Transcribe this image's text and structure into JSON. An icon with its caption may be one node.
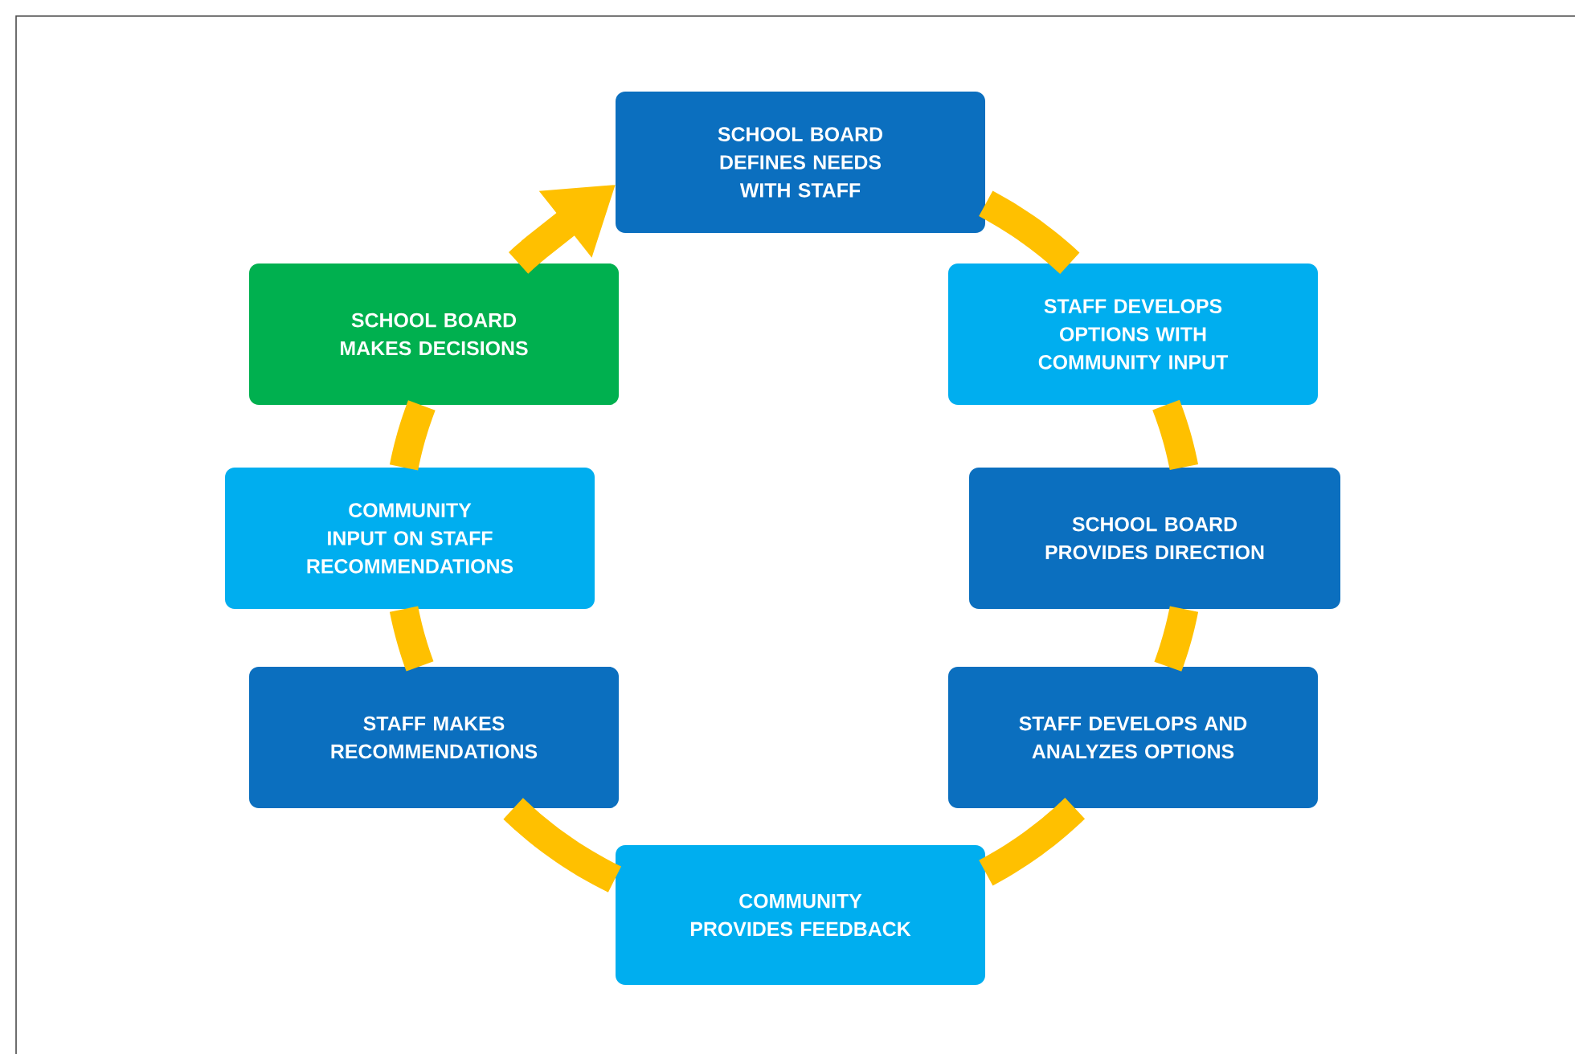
{
  "diagram": {
    "nodes": [
      {
        "text": [
          "SCHOOL BOARD DEFINES NEEDS WITH STAFF"
        ]
      },
      {
        "text": [
          "STAFF DEVELOPS OPTIONS WITH COMMUNITY INPUT"
        ]
      },
      {
        "text": [
          "SCHOOL BOARD PROVIDES DIRECTION"
        ]
      },
      {
        "text": [
          "STAFF DEVELOPS AND ANALYZES OPTIONS"
        ]
      },
      {
        "text": [
          "COMMUNITY PROVIDES FEEDBACK"
        ]
      },
      {
        "text": [
          "STAFF MAKES RECOMMENDATIONS"
        ]
      },
      {
        "text": [
          "COMMUNITY INPUT ON STAFF RECOMMENDATIONS"
        ]
      },
      {
        "text": [
          "SCHOOL BOARD MAKES DECISIONS"
        ]
      }
    ],
    "edges": [
      {
        "from": 0,
        "to": 1,
        "arrow": "none"
      },
      {
        "from": 1,
        "to": 2,
        "arrow": "none"
      },
      {
        "from": 2,
        "to": 3,
        "arrow": "none"
      },
      {
        "from": 3,
        "to": 4,
        "arrow": "none"
      },
      {
        "from": 4,
        "to": 5,
        "arrow": "none"
      },
      {
        "from": 5,
        "to": 6,
        "arrow": "none"
      },
      {
        "from": 6,
        "to": 7,
        "arrow": "none"
      },
      {
        "from": 7,
        "to": 0,
        "arrow": "to"
      }
    ]
  }
}
